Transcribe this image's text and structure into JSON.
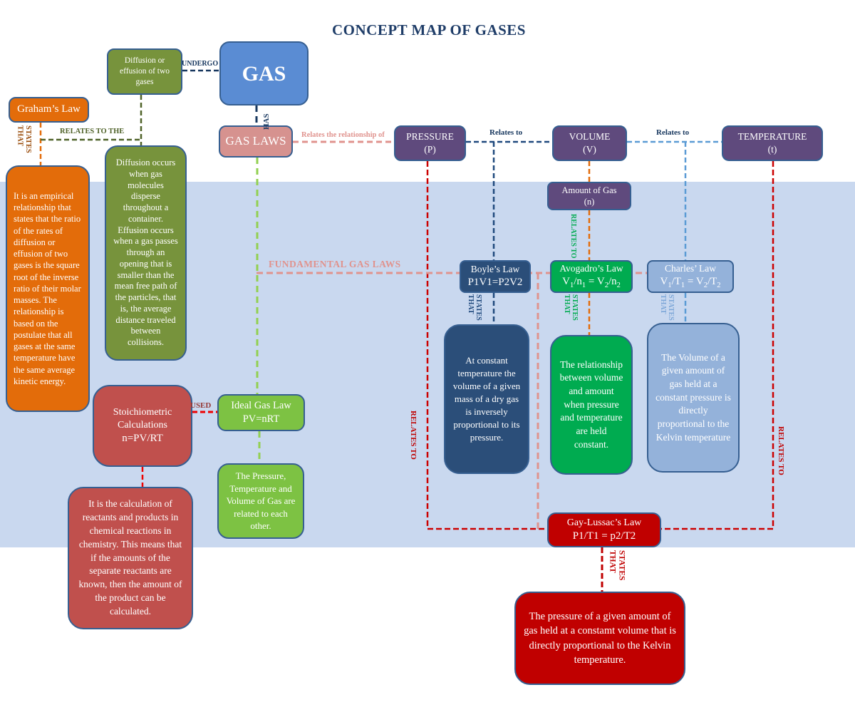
{
  "title": "CONCEPT MAP OF GASES",
  "colors": {
    "background_band": "#c9d8ef",
    "title": "#1f3d68",
    "node_border": "#365f91",
    "gas_blue": "#5a8cd3",
    "olive_green": "#77933c",
    "orange": "#e36c0a",
    "rose_pink": "#d6928f",
    "purple": "#5f4a7d",
    "navy": "#2b4e79",
    "green": "#00ab50",
    "light_blue": "#94b2da",
    "bright_green": "#7dc243",
    "dark_red": "#c0504d",
    "red": "#c00000",
    "salmon_line": "#e0938e",
    "yellow_green_line": "#92d050",
    "dark_green_label": "#4f6228",
    "brown_orange_label": "#974806"
  },
  "boxes": {
    "diffusion": {
      "text": "Diffusion or effusion of two gases"
    },
    "gas": {
      "text": "GAS"
    },
    "grahams_law": {
      "text": "Graham’s Law"
    },
    "graham_desc": {
      "text": "It is an empirical relationship that states that the ratio of the rates of diffusion or effusion of two gases is the square root of the inverse ratio of their molar masses. The relationship is based on the postulate that all gases at the same temperature have the same average kinetic energy."
    },
    "diffusion_desc": {
      "text": "Diffusion occurs when gas molecules disperse throughout a container. Effusion occurs when a gas passes through an opening that is smaller than the mean free path of the particles, that is, the average distance traveled between collisions."
    },
    "gas_laws": {
      "text": "GAS LAWS"
    },
    "pressure": {
      "line1": "PRESSURE",
      "line2": "(P)"
    },
    "volume": {
      "line1": "VOLUME",
      "line2": "(V)"
    },
    "temperature": {
      "line1": "TEMPERATURE",
      "line2": "(t)"
    },
    "amount": {
      "line1": "Amount of Gas",
      "line2": "(n)"
    },
    "boyle": {
      "line1": "Boyle’s Law",
      "line2": "P1V1=P2V2"
    },
    "avogadro": {
      "line1": "Avogadro’s Law",
      "f": [
        "V",
        "1",
        "/n",
        "1",
        " = V",
        "2",
        "/n",
        "2"
      ]
    },
    "charles": {
      "line1": "Charles’ Law",
      "f": [
        "V",
        "1",
        "/T",
        "1",
        " = V",
        "2",
        "/T",
        "2"
      ]
    },
    "boyle_desc": {
      "text": "At constant temperature the volume of a given mass of a dry gas is inversely proportional to its pressure."
    },
    "avogadro_desc": {
      "text": "The relationship between volume and amount when pressure and temperature are held constant."
    },
    "charles_desc": {
      "text": "The Volume of a given amount of gas held at a constant pressure is directly proportional to the Kelvin temperature"
    },
    "stoich": {
      "line1": "Stoichiometric",
      "line2": "Calculations",
      "line3": "n=PV/RT"
    },
    "ideal": {
      "line1": "Ideal Gas Law",
      "line2": "PV=nRT"
    },
    "ptv_desc": {
      "text": "The Pressure, Temperature and Volume of Gas are related to each other."
    },
    "stoich_desc": {
      "text": "It is the calculation of reactants and products in chemical reactions in chemistry. This means that if the amounts of the separate reactants are known, then the amount of the product can be calculated."
    },
    "gay_lussac": {
      "line1": "Gay-Lussac’s Law",
      "line2": "P1/T1 = p2/T2"
    },
    "gay_desc": {
      "text": "The pressure of a given amount of gas held at a constamt volume that is directly proportional to the Kelvin temperature."
    }
  },
  "labels": {
    "undergo": "UNDERGO",
    "has": "HAS",
    "relates_to_the": "RELATES TO THE",
    "states_that": [
      "STATES",
      "THAT"
    ],
    "relates_relationship": "Relates the relationship of",
    "relates_to_small": "Relates to",
    "fundamental": "FUNDAMENTAL GAS LAWS",
    "relates_to": "RELATES TO",
    "used": "USED"
  }
}
